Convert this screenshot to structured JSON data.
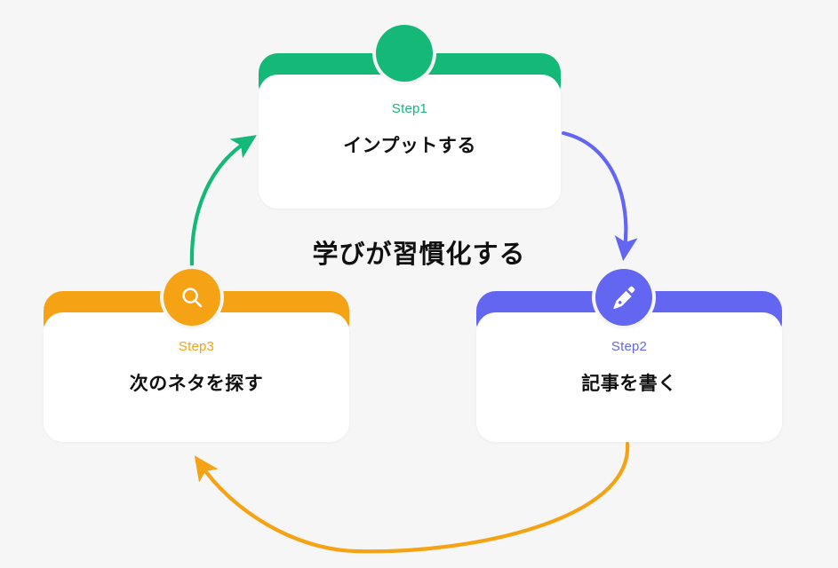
{
  "diagram": {
    "title": "学びが習慣化する",
    "background_color": "#f6f6f6",
    "steps": [
      {
        "id": "step1",
        "label": "Step1",
        "title": "インプットする",
        "color": "#14b877",
        "icon": "circle-icon"
      },
      {
        "id": "step2",
        "label": "Step2",
        "title": "記事を書く",
        "color": "#6366f1",
        "icon": "pen-nib-icon"
      },
      {
        "id": "step3",
        "label": "Step3",
        "title": "次のネタを探す",
        "color": "#f5a214",
        "icon": "search-icon"
      }
    ],
    "arrows": [
      {
        "id": "arrow-step1-to-step2",
        "from": "step1",
        "to": "step2",
        "color": "#6366f1"
      },
      {
        "id": "arrow-step2-to-step3",
        "from": "step2",
        "to": "step3",
        "color": "#f5a214"
      },
      {
        "id": "arrow-step3-to-step1",
        "from": "step3",
        "to": "step1",
        "color": "#14b877"
      }
    ]
  }
}
